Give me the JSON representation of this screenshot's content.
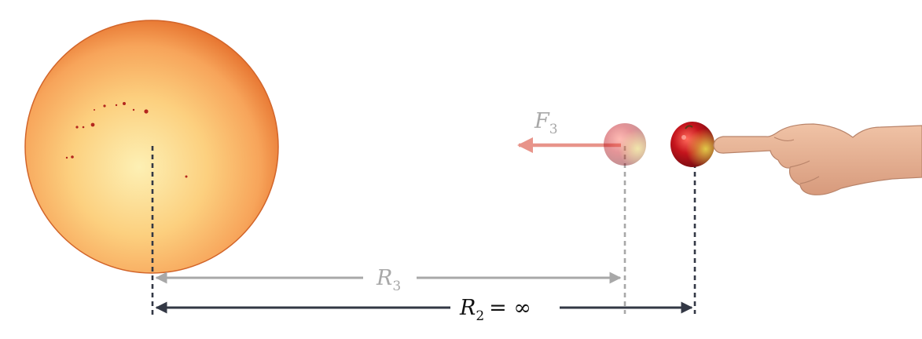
{
  "labels": {
    "force": "F",
    "force_sub": "3",
    "r3": "R",
    "r3_sub": "3",
    "r2": "R",
    "r2_sub": "2",
    "r2_eq": "= ∞"
  },
  "colors": {
    "background": "#ffffff",
    "sun_core": "#fde7a0",
    "sun_mid": "#f9b565",
    "sun_edge": "#e8742e",
    "sunspot": "#b3261e",
    "force_arrow": "#e8948a",
    "force_text": "#a8a8a8",
    "r3_arrow": "#a8a8a8",
    "r2_arrow": "#333845",
    "apple_red": "#c0141c",
    "apple_yellow": "#d8c240",
    "skin": "#e7b596"
  },
  "icons": [
    "sun-icon",
    "ghost-apple-icon",
    "apple-icon",
    "hand-icon"
  ]
}
